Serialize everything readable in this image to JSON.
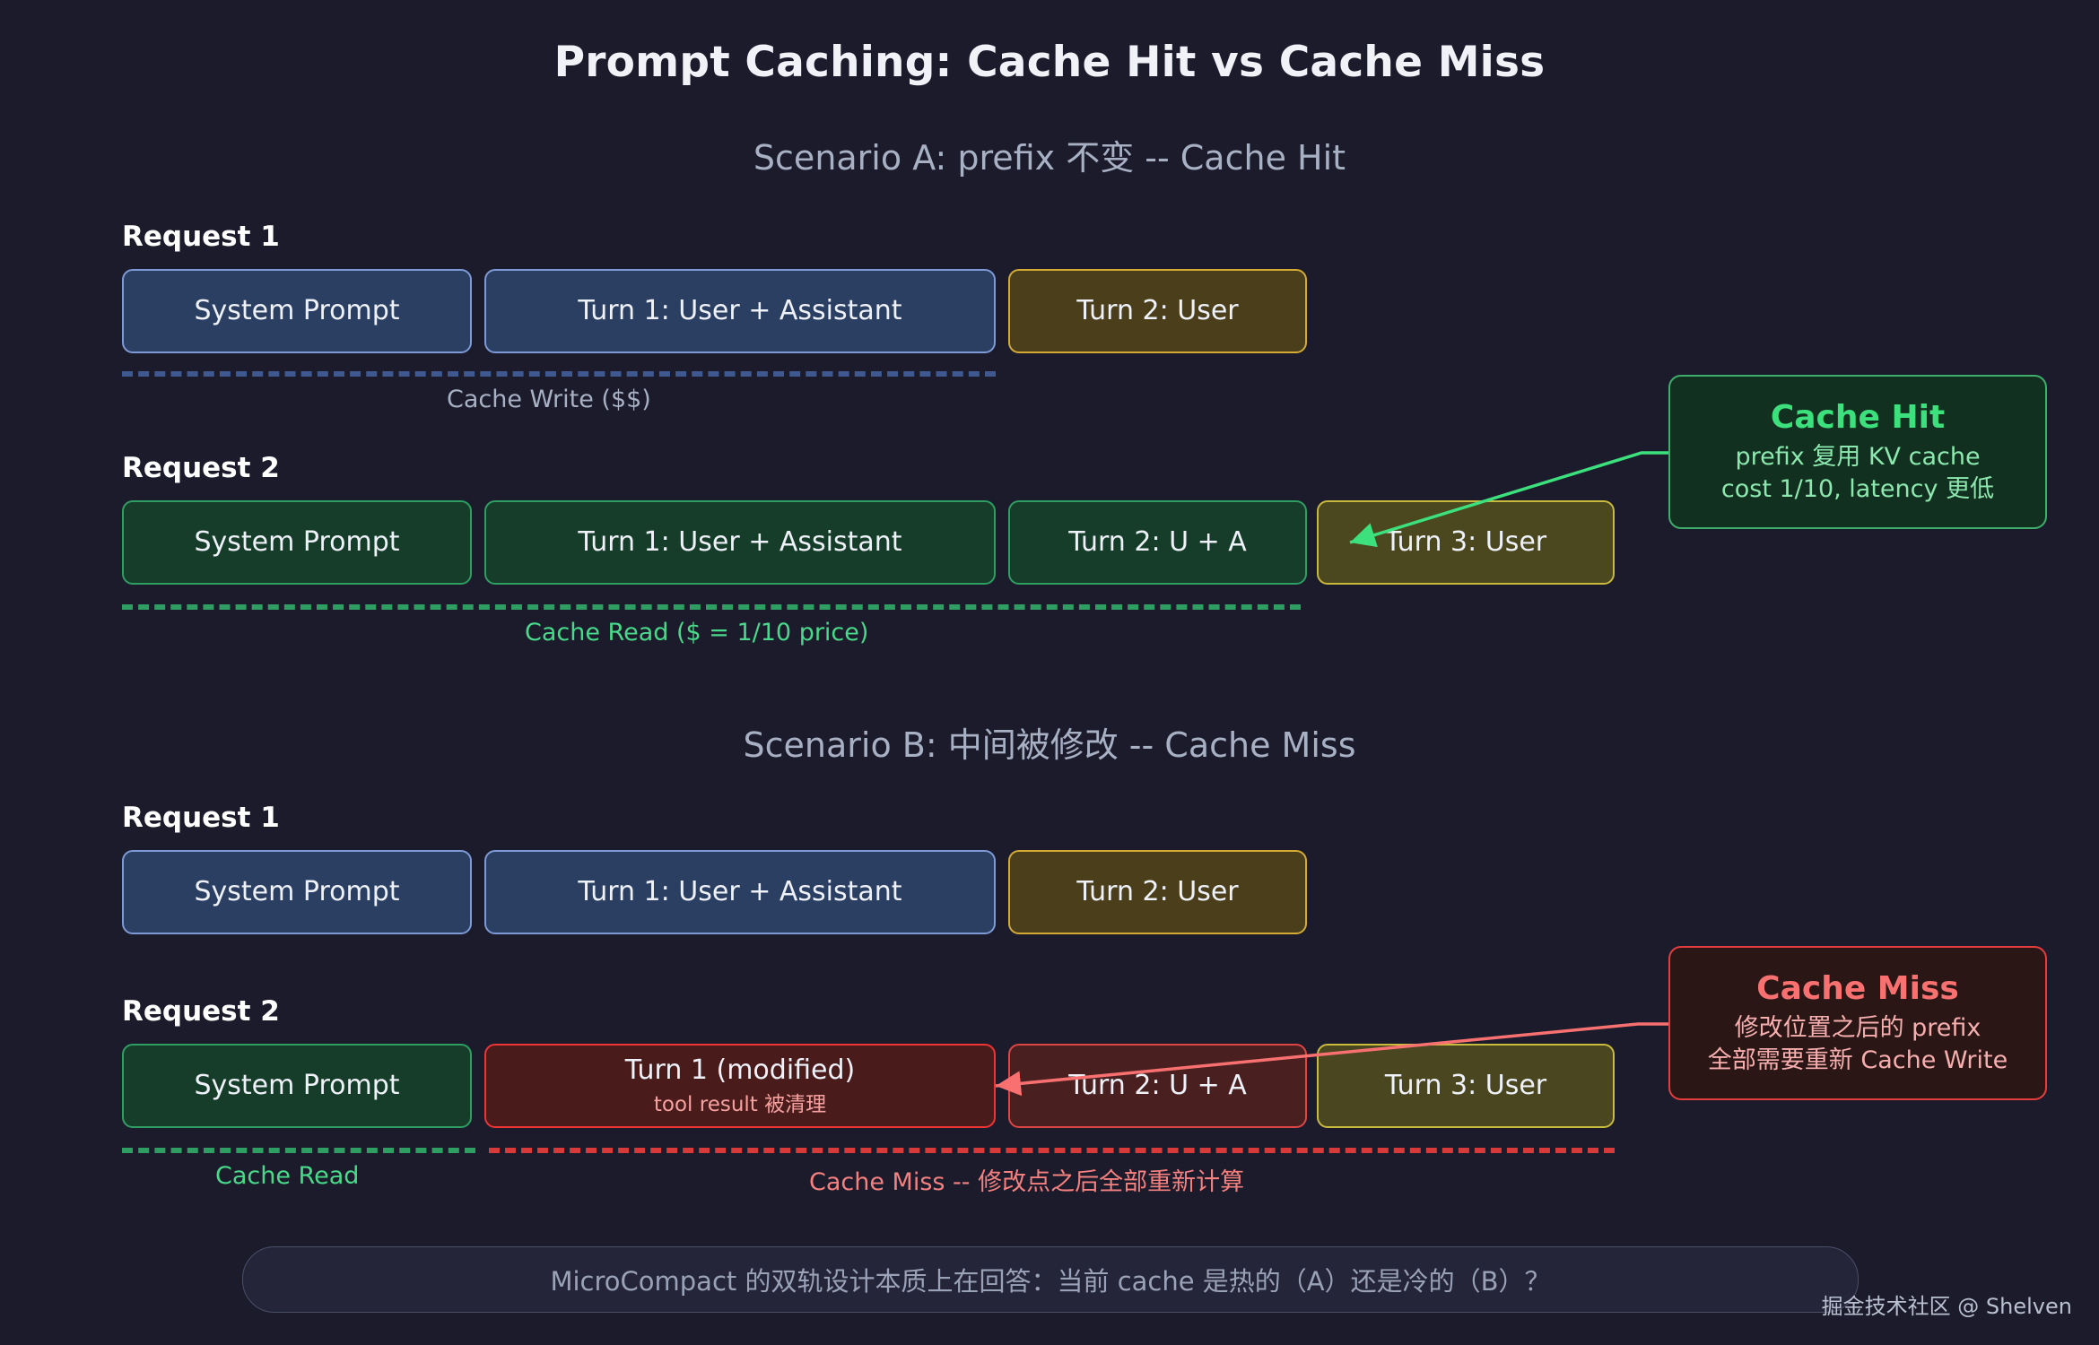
{
  "colors": {
    "background": "#1b1b2b",
    "blue_fill": "#2b3f63",
    "blue_stroke": "#7e9ad6",
    "gold_fill": "#4b3f1b",
    "gold_stroke": "#d3ab33",
    "green_fill": "#163d2a",
    "green_stroke": "#2f9e63",
    "red_fill": "#4a1b1b",
    "red_stroke": "#f03434",
    "hit_accent": "#3ce07c",
    "miss_accent": "#f8706f"
  },
  "title": "Prompt Caching: Cache Hit vs Cache Miss",
  "scenario_a": {
    "title": "Scenario A: prefix 不变 -- Cache Hit",
    "request1": {
      "label": "Request 1",
      "boxes": [
        {
          "label": "System Prompt"
        },
        {
          "label": "Turn 1: User + Assistant"
        },
        {
          "label": "Turn 2: User"
        }
      ],
      "dash_label": "Cache Write ($$)"
    },
    "request2": {
      "label": "Request 2",
      "boxes": [
        {
          "label": "System Prompt"
        },
        {
          "label": "Turn 1: User + Assistant"
        },
        {
          "label": "Turn 2: U + A"
        },
        {
          "label": "Turn 3: User"
        }
      ],
      "dash_label": "Cache Read ($ = 1/10 price)"
    },
    "callout": {
      "title": "Cache Hit",
      "line1": "prefix 复用 KV cache",
      "line2": "cost 1/10, latency 更低"
    }
  },
  "scenario_b": {
    "title": "Scenario B: 中间被修改 -- Cache Miss",
    "request1": {
      "label": "Request 1",
      "boxes": [
        {
          "label": "System Prompt"
        },
        {
          "label": "Turn 1: User + Assistant"
        },
        {
          "label": "Turn 2: User"
        }
      ]
    },
    "request2": {
      "label": "Request 2",
      "boxes": [
        {
          "label": "System Prompt"
        },
        {
          "label": "Turn 1 (modified)",
          "sub": "tool result 被清理"
        },
        {
          "label": "Turn 2: U + A"
        },
        {
          "label": "Turn 3: User"
        }
      ],
      "dash_label_left": "Cache Read",
      "dash_label_right": "Cache Miss -- 修改点之后全部重新计算"
    },
    "callout": {
      "title": "Cache Miss",
      "line1": "修改位置之后的 prefix",
      "line2": "全部需要重新 Cache Write"
    }
  },
  "footer": {
    "text": "MicroCompact 的双轨设计本质上在回答：当前 cache 是热的（A）还是冷的（B）？",
    "watermark": "掘金技术社区 @ Shelven"
  }
}
